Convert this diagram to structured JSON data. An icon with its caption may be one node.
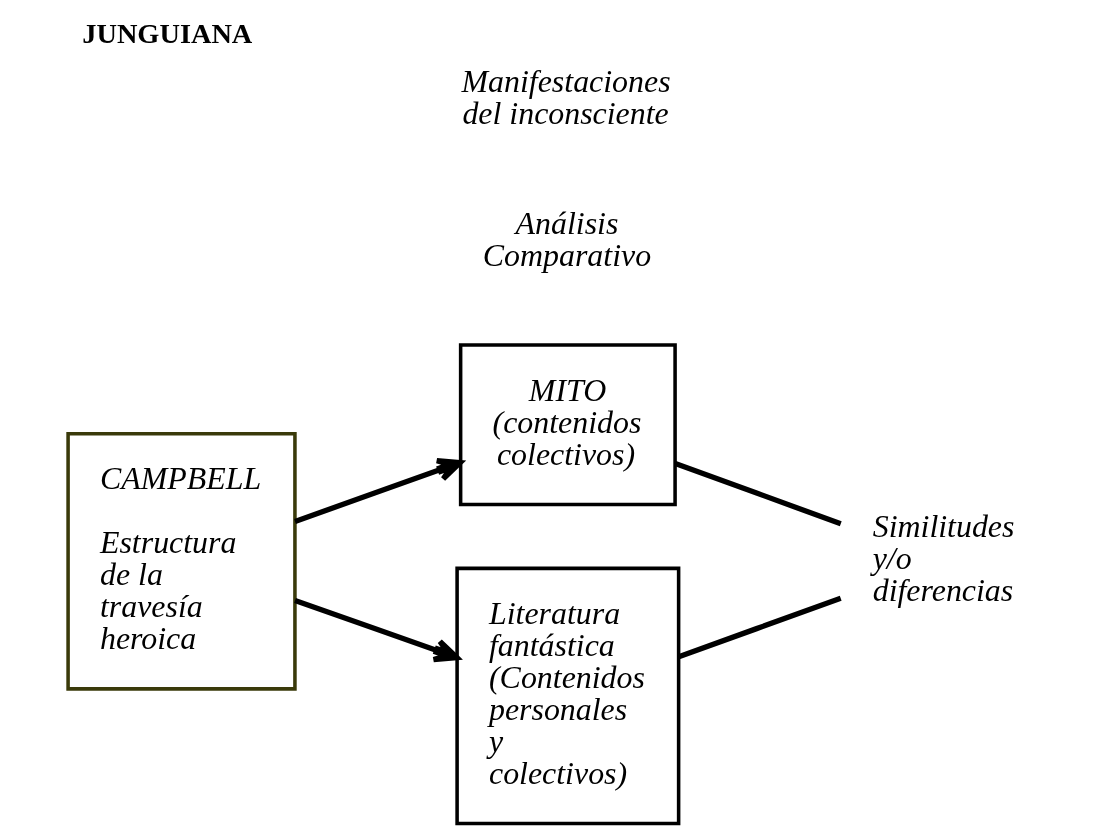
{
  "diagram": {
    "title": "JUNGUIANA",
    "nodes": [
      {
        "text": [
          "MITO (contenidos colectivos)"
        ]
      },
      {
        "text": [
          "CAMPBELL",
          "Estructura de la travesía heroica"
        ]
      },
      {
        "text": [
          "Literatura fantástica (Contenidos personales y colectivos)"
        ]
      },
      {
        "text": [
          "Similitudes y/o diferencias"
        ]
      }
    ],
    "edges": [
      {
        "from": 1,
        "to": 0,
        "arrow": "to"
      },
      {
        "from": 1,
        "to": 2,
        "arrow": "to"
      },
      {
        "from": 0,
        "to": 3,
        "arrow": "none"
      },
      {
        "from": 2,
        "to": 3,
        "arrow": "none"
      }
    ],
    "labels": [
      "Análisis Comparativo",
      "Manifestaciones del inconsciente"
    ]
  }
}
